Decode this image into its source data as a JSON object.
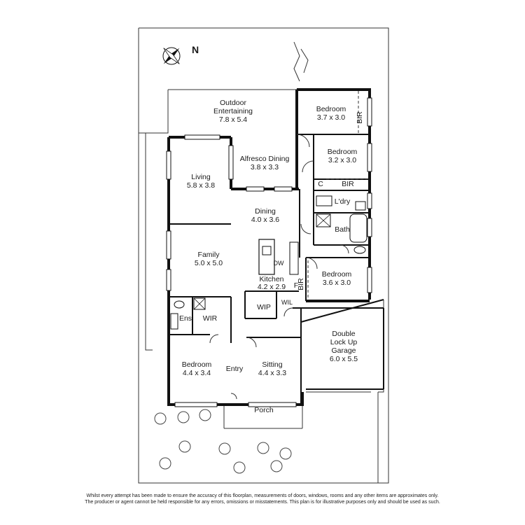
{
  "compass": {
    "label": "N",
    "icon": "compass-rose-icon"
  },
  "rooms": {
    "outdoor_entertaining": {
      "name_l1": "Outdoor",
      "name_l2": "Entertaining",
      "size": "7.8 x 5.4"
    },
    "alfresco_dining": {
      "name": "Alfresco Dining",
      "size": "3.8 x 3.3"
    },
    "living": {
      "name": "Living",
      "size": "5.8 x 3.8"
    },
    "dining": {
      "name": "Dining",
      "size": "4.0 x 3.6"
    },
    "family": {
      "name": "Family",
      "size": "5.0 x 5.0"
    },
    "kitchen": {
      "name": "Kitchen",
      "size": "4.2 x 2.9"
    },
    "bedroom_1": {
      "name": "Bedroom",
      "size": "3.7 x 3.0"
    },
    "bedroom_2": {
      "name": "Bedroom",
      "size": "3.2 x 3.0"
    },
    "bedroom_3": {
      "name": "Bedroom",
      "size": "3.6 x 3.0"
    },
    "bedroom_main": {
      "name": "Bedroom",
      "size": "4.4 x 3.4"
    },
    "sitting": {
      "name": "Sitting",
      "size": "4.4 x 3.3"
    },
    "garage": {
      "name_l1": "Double",
      "name_l2": "Lock Up",
      "name_l3": "Garage",
      "size": "6.0 x 5.5"
    },
    "laundry": {
      "name": "L'dry"
    },
    "bath": {
      "name": "Bath"
    },
    "entry": {
      "name": "Entry"
    },
    "porch": {
      "name": "Porch"
    },
    "ensuite": {
      "name": "Ens"
    },
    "wir": {
      "name": "WIR"
    },
    "wip": {
      "name": "WIP"
    },
    "wil": {
      "name": "WIL"
    }
  },
  "fixtures": {
    "bir_1": "BIR",
    "bir_2": "BIR",
    "bir_3": "BIR",
    "linen_c": "C",
    "fridge_f": "F",
    "dishwasher": "DW"
  },
  "disclaimer": {
    "line1": "Whilst every attempt has been made to ensure the accuracy of this floorplan, measurements of doors, windows, rooms and any other items are approximates only.",
    "line2": "The producer or agent cannot be held responsible for any errors, omissions or misstatements. This plan is for illustrative purposes only and should be used as such."
  }
}
